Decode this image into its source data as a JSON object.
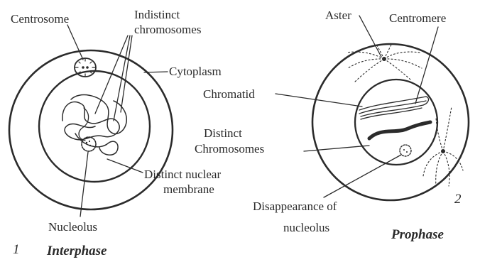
{
  "figure_1": {
    "number": "1",
    "caption": "Interphase",
    "labels": {
      "centrosome": "Centrosome",
      "indistinct_line1": "Indistinct",
      "indistinct_line2": "chromosomes",
      "cytoplasm": "Cytoplasm",
      "nuclear_membrane_line1": "Distinct nuclear",
      "nuclear_membrane_line2": "membrane",
      "nucleolus": "Nucleolus"
    }
  },
  "figure_2": {
    "number": "2",
    "caption": "Prophase",
    "labels": {
      "aster": "Aster",
      "centromere": "Centromere",
      "chromatid": "Chromatid",
      "distinct_line1": "Distinct",
      "distinct_line2": "Chromosomes",
      "disappearance_line1": "Disappearance of",
      "disappearance_line2": "nucleolus"
    }
  }
}
